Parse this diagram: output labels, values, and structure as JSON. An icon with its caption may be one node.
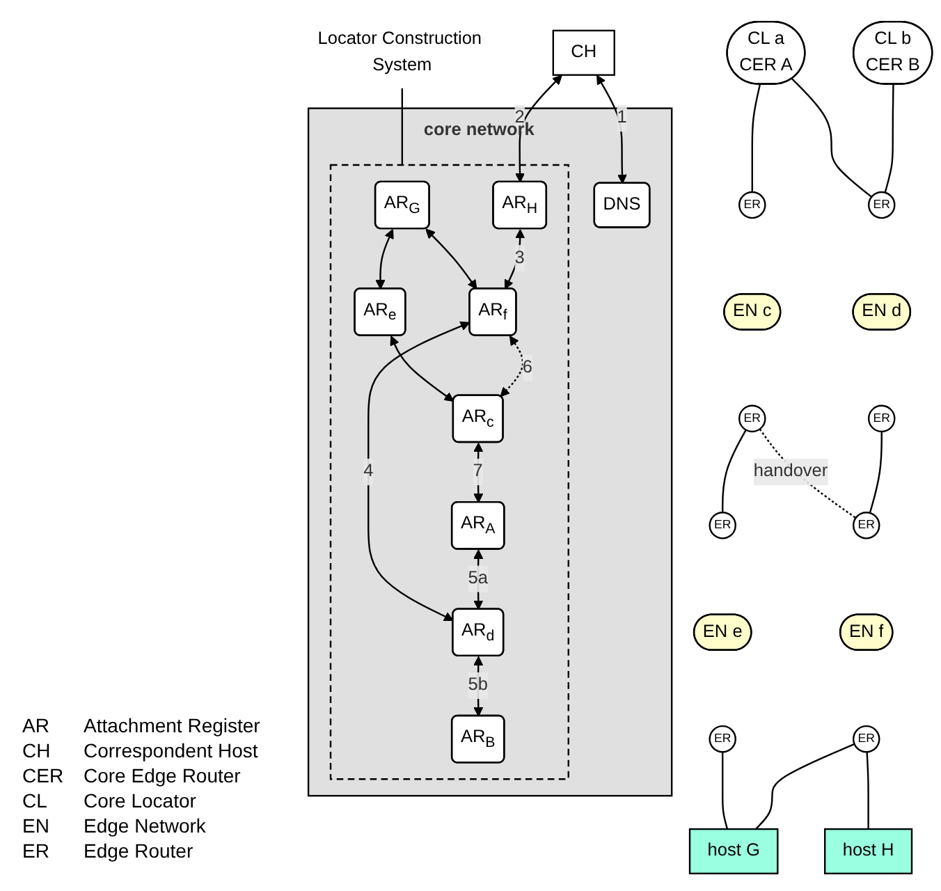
{
  "diagram": {
    "nodes": [
      {
        "text": [
          "core network"
        ]
      },
      {
        "text": [
          "DNS"
        ],
        "in": 0
      },
      {
        "text": [],
        "shape": "box",
        "in": 0
      },
      {
        "text": [
          "AR$_{G}$"
        ],
        "in": 2
      },
      {
        "text": [
          "AR$_{e}$"
        ],
        "in": 2
      },
      {
        "text": [
          "AR$_{c}$"
        ],
        "in": 2
      },
      {
        "text": [
          "AR$_{A}$"
        ],
        "in": 2
      },
      {
        "text": [
          "AR$_{H}$"
        ],
        "in": 2
      },
      {
        "text": [
          "AR$_{f}$"
        ],
        "in": 2
      },
      {
        "text": [
          "AR$_{d}$"
        ],
        "in": 2
      },
      {
        "text": [
          "AR$_{B}$"
        ],
        "in": 2
      },
      {
        "text": [
          "CH"
        ]
      },
      {
        "text": [
          "Locator Construction System"
        ]
      },
      {
        "text": [
          "CL a",
          "CER A"
        ]
      },
      {
        "text": [
          "CL b",
          "CER B"
        ]
      },
      {
        "text": [
          "ER"
        ]
      },
      {
        "text": [
          "ER"
        ]
      },
      {
        "text": [
          "EN c"
        ]
      },
      {
        "text": [
          "EN d"
        ]
      },
      {
        "text": [
          "ER"
        ]
      },
      {
        "text": [
          "ER"
        ]
      },
      {
        "text": [
          "ER"
        ]
      },
      {
        "text": [
          "ER"
        ]
      },
      {
        "text": [
          "EN e"
        ]
      },
      {
        "text": [
          "EN f"
        ]
      },
      {
        "text": [
          "ER"
        ]
      },
      {
        "text": [
          "ER"
        ]
      },
      {
        "text": [
          "host G"
        ]
      },
      {
        "text": [
          "host H"
        ]
      }
    ],
    "edges": [
      {
        "from": 11,
        "to": 1,
        "arrow": "both",
        "label": "1"
      },
      {
        "from": 11,
        "to": 7,
        "arrow": "both",
        "label": "2"
      },
      {
        "from": 3,
        "to": 4,
        "arrow": "both"
      },
      {
        "from": 4,
        "to": 5,
        "arrow": "both"
      },
      {
        "from": 5,
        "to": 6,
        "arrow": "both",
        "label": "7"
      },
      {
        "from": 3,
        "to": 8,
        "arrow": "both"
      },
      {
        "from": 7,
        "to": 8,
        "arrow": "both",
        "label": "3"
      },
      {
        "from": 8,
        "to": 5,
        "arrow": "both",
        "label": "6",
        "style": "dashed"
      },
      {
        "from": 8,
        "to": 9,
        "arrow": "both",
        "label": "4"
      },
      {
        "from": 6,
        "to": 9,
        "arrow": "both",
        "label": "5a"
      },
      {
        "from": 9,
        "to": 10,
        "arrow": "both",
        "label": "5b"
      },
      {
        "from": 12,
        "to": 2,
        "arrow": "none"
      },
      {
        "from": 13,
        "to": 15,
        "arrow": "none"
      },
      {
        "from": 13,
        "to": 16,
        "arrow": "none"
      },
      {
        "from": 14,
        "to": 16,
        "arrow": "none"
      },
      {
        "from": 19,
        "to": 21,
        "arrow": "none"
      },
      {
        "from": 19,
        "to": 22,
        "arrow": "none",
        "label": "handover",
        "style": "dashed"
      },
      {
        "from": 20,
        "to": 22,
        "arrow": "none"
      },
      {
        "from": 25,
        "to": 27,
        "arrow": "none"
      },
      {
        "from": 26,
        "to": 27,
        "arrow": "none"
      },
      {
        "from": 26,
        "to": 28,
        "arrow": "none"
      }
    ],
    "labels": [
      "AR",
      "Attachment Register",
      "CH",
      "Correspondent Host",
      "CER",
      "Core Edge Router",
      "CL",
      "Core Locator",
      "EN",
      "Edge Network",
      "ER",
      "Edge Router"
    ]
  }
}
